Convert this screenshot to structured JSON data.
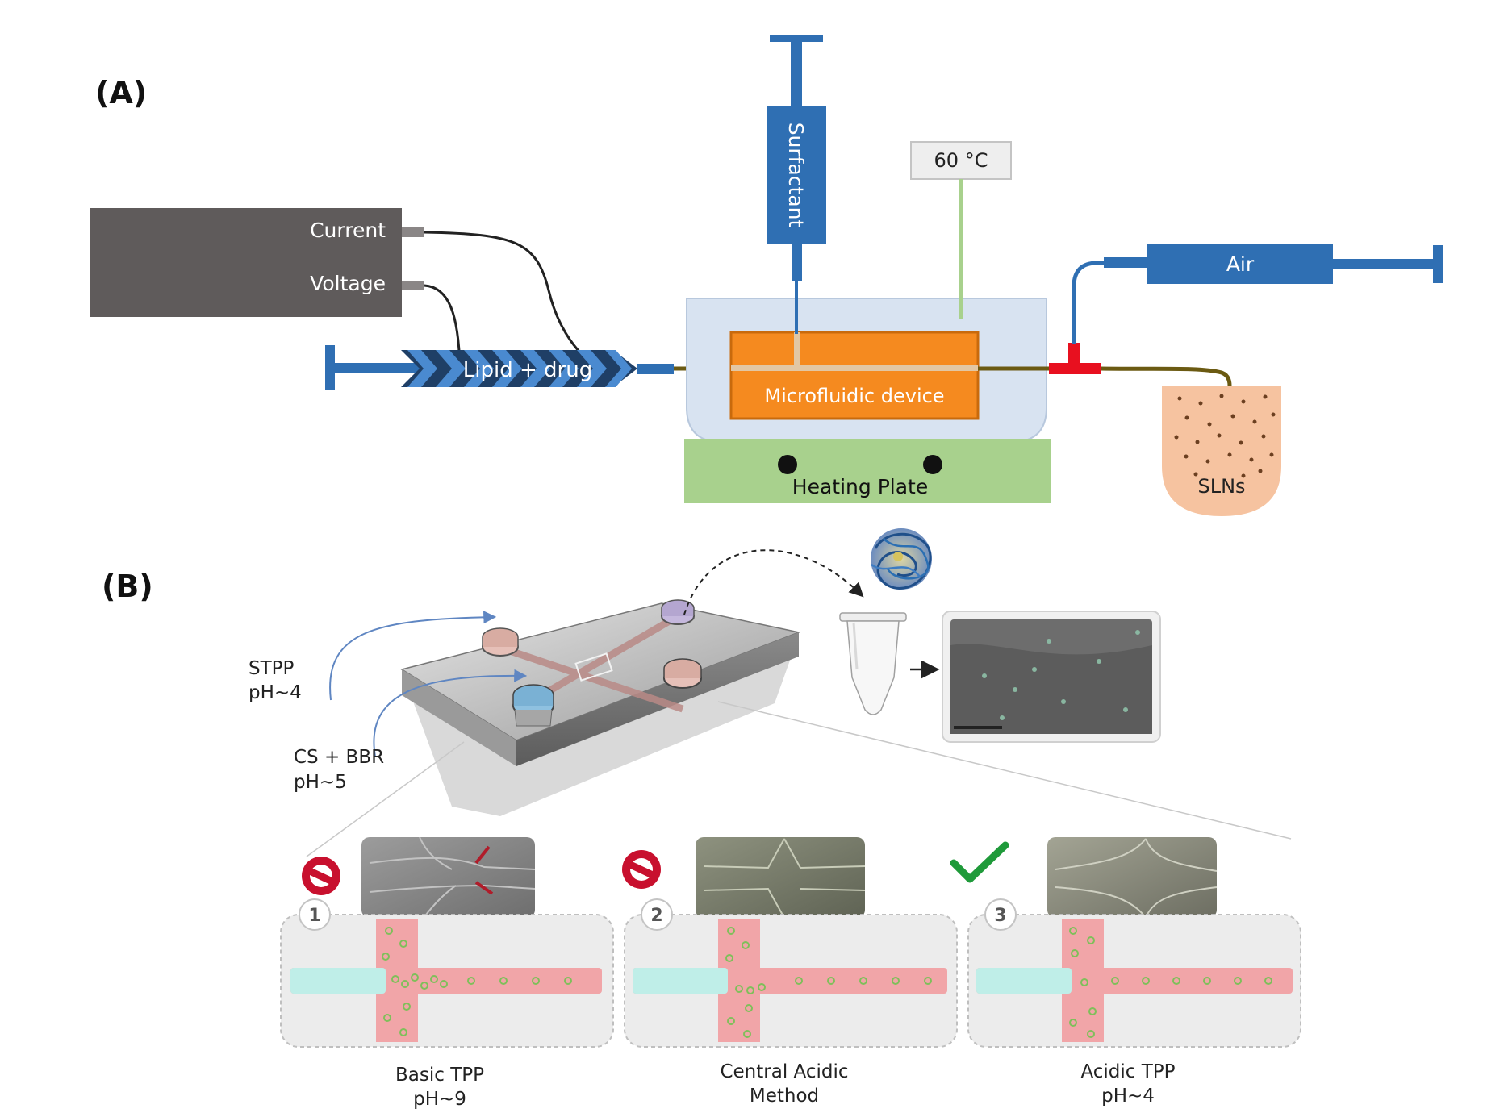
{
  "panel_a": {
    "label": "(A)",
    "power_supply": {
      "current_label": "Current",
      "voltage_label": "Voltage"
    },
    "surfactant_label": "Surfactant",
    "temperature_label": "60 °C",
    "air_label": "Air",
    "lipid_label": "Lipid + drug",
    "device_label": "Microfluidic device",
    "heating_label": "Heating Plate",
    "sln_label": "SLNs"
  },
  "panel_b": {
    "label": "(B)",
    "inlet_1": {
      "line1": "STPP",
      "line2": "pH~4"
    },
    "inlet_2": {
      "line1": "CS + BBR",
      "line2": "pH~5"
    },
    "methods": [
      {
        "number": "1",
        "status": "prohibited",
        "line1": "Basic TPP",
        "line2": "pH~9"
      },
      {
        "number": "2",
        "status": "prohibited",
        "line1": "Central Acidic",
        "line2": "Method"
      },
      {
        "number": "3",
        "status": "approved",
        "line1": "Acidic TPP",
        "line2": "pH~4"
      }
    ]
  },
  "colors": {
    "syringe_blue": "#2f6fb3",
    "device_orange": "#f58a1f",
    "heating_green": "#a8d18d",
    "power_gray": "#5f5b5b",
    "tee_red": "#e8101f",
    "sln_peach": "#f6c3a0",
    "aqueous_cyan": "#bfeee8",
    "flow_pink": "#f1a5a8",
    "prohibited_red": "#c8102e",
    "check_green": "#1f9a3a"
  }
}
